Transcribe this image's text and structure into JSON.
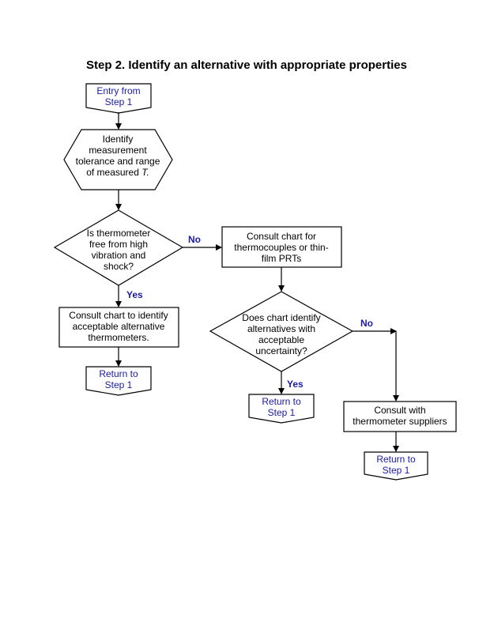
{
  "title": "Step 2.  Identify an alternative with appropriate properties",
  "colors": {
    "terminal_text": "#1a1aa6",
    "edge_label": "#1a1aa6",
    "line": "#000000"
  },
  "nodes": {
    "entry": {
      "lines": [
        "Entry from",
        "Step 1"
      ]
    },
    "identify": {
      "lines": [
        "Identify",
        "measurement",
        "tolerance and range",
        "of measured "
      ],
      "italic_suffix": "T."
    },
    "decision_vibration": {
      "lines": [
        "Is thermometer",
        "free from high",
        "vibration and",
        "shock?"
      ]
    },
    "consult_thermocouples": {
      "lines": [
        "Consult chart for",
        "thermocouples or thin-",
        "film PRTs"
      ]
    },
    "consult_alternatives": {
      "lines": [
        "Consult chart to identify",
        "acceptable alternative",
        "thermometers."
      ]
    },
    "return_1": {
      "lines": [
        "Return to",
        "Step 1"
      ]
    },
    "decision_uncertainty": {
      "lines": [
        "Does chart identify",
        "alternatives with",
        "acceptable",
        "uncertainty?"
      ]
    },
    "return_2": {
      "lines": [
        "Return to",
        "Step 1"
      ]
    },
    "consult_suppliers": {
      "lines": [
        "Consult with",
        "thermometer suppliers"
      ]
    },
    "return_3": {
      "lines": [
        "Return to",
        "Step 1"
      ]
    }
  },
  "edges": {
    "no_1": "No",
    "yes_1": "Yes",
    "no_2": "No",
    "yes_2": "Yes"
  }
}
